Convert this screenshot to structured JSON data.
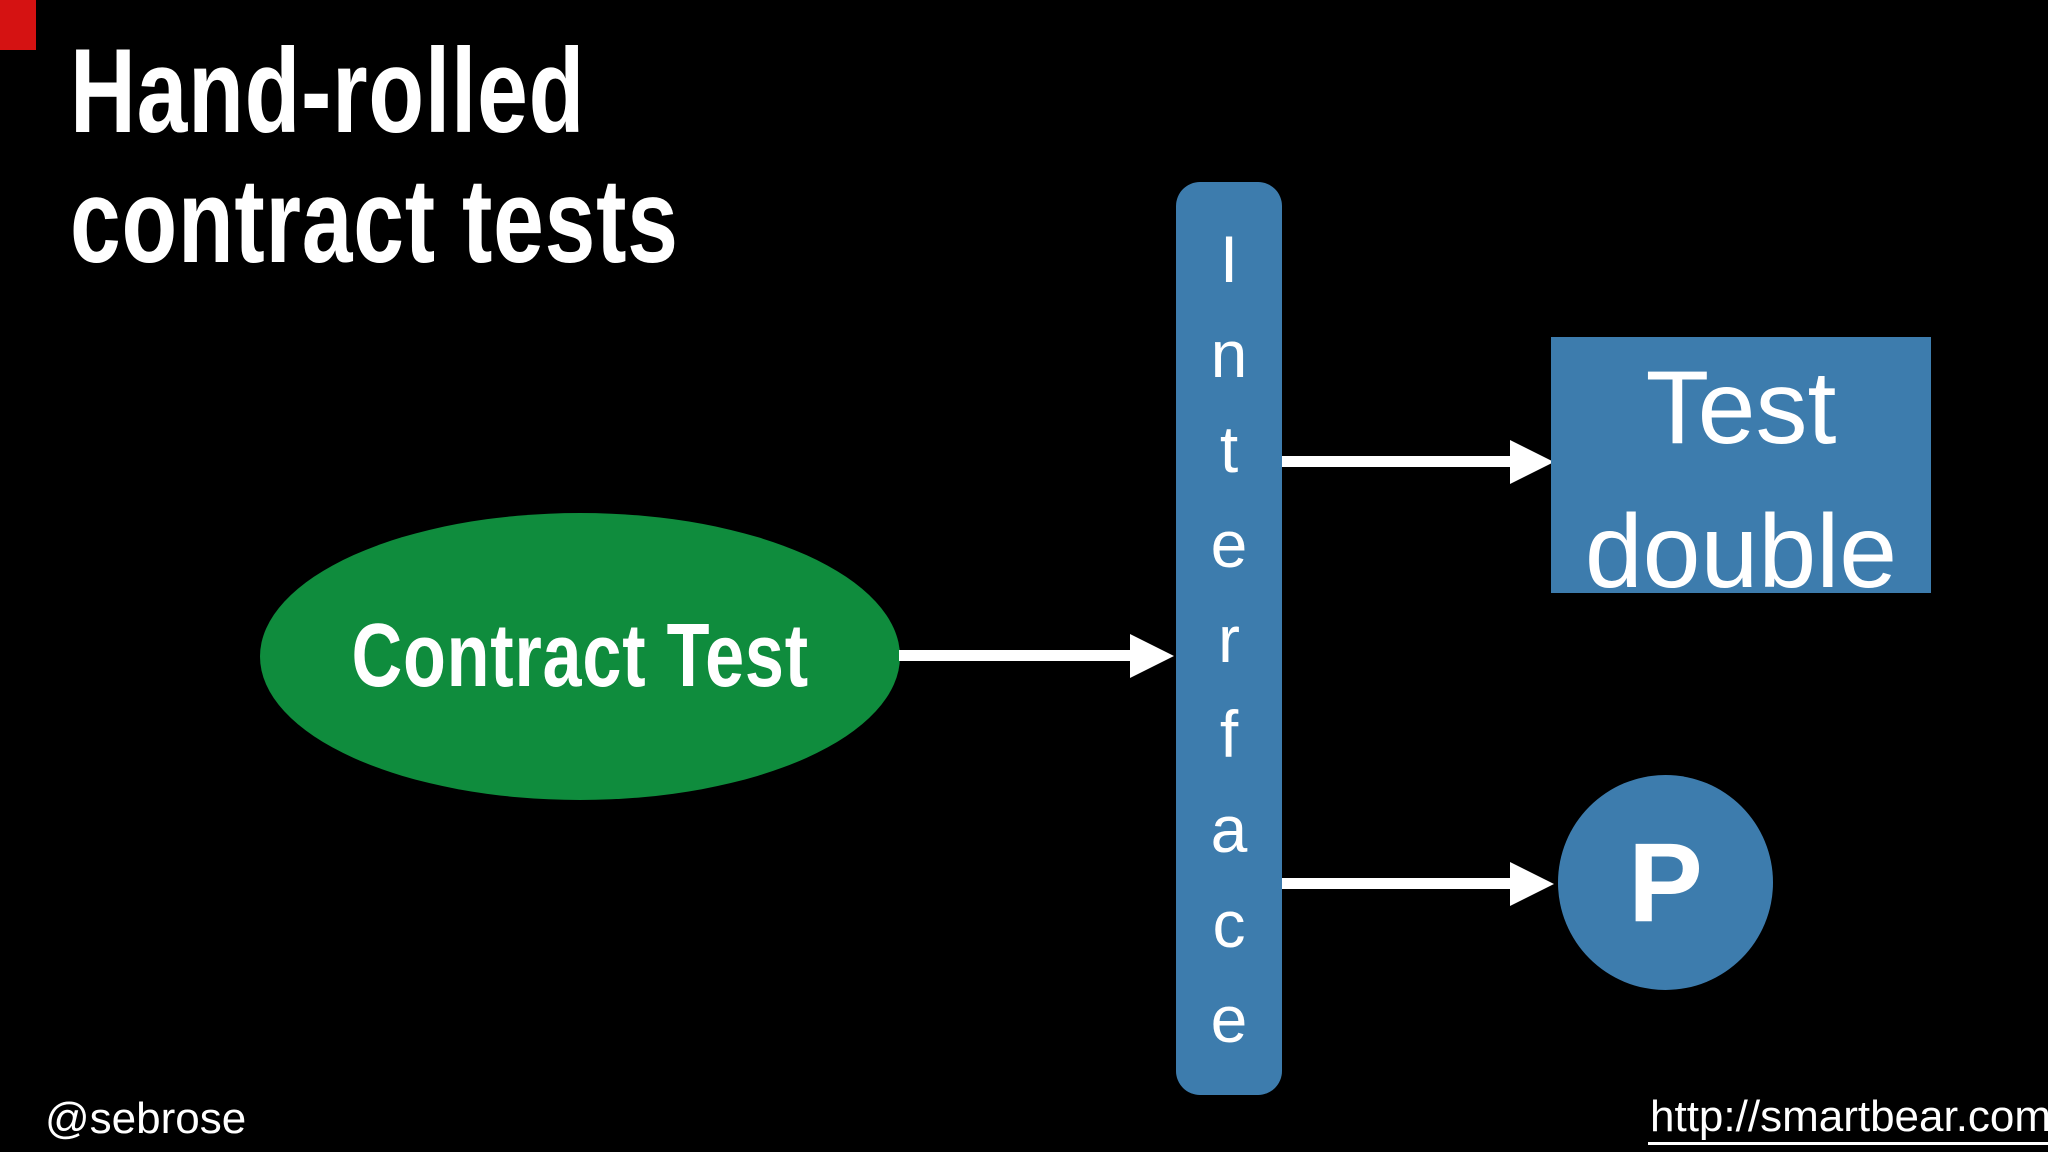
{
  "slide": {
    "background_color": "#000000",
    "title": {
      "line1": "Hand-rolled",
      "line2": "contract tests"
    },
    "footer": {
      "handle": "@sebrose",
      "url": "http://smartbear.com"
    },
    "corner_mark_color": "#d51212"
  },
  "diagram": {
    "contract_test_node": {
      "label": "Contract Test",
      "shape": "ellipse",
      "fill": "#0f8c3d",
      "text_color": "#ffffff"
    },
    "interface_bar": {
      "word": "Interface",
      "letters": [
        "I",
        "n",
        "t",
        "e",
        "r",
        "f",
        "a",
        "c",
        "e"
      ],
      "shape": "vertical-rounded-bar",
      "fill": "#3d7cad",
      "text_color": "#ffffff"
    },
    "test_double_node": {
      "line1": "Test",
      "line2": "double",
      "shape": "rectangle",
      "fill": "#3d7cad",
      "text_color": "#ffffff"
    },
    "provider_node": {
      "label": "P",
      "shape": "circle",
      "fill": "#3d7cad",
      "text_color": "#ffffff"
    },
    "arrows": [
      {
        "from": "contract-test-node",
        "to": "interface-bar",
        "color": "#ffffff"
      },
      {
        "from": "interface-bar",
        "to": "test-double-node",
        "color": "#ffffff"
      },
      {
        "from": "interface-bar",
        "to": "provider-node",
        "color": "#ffffff"
      }
    ]
  }
}
